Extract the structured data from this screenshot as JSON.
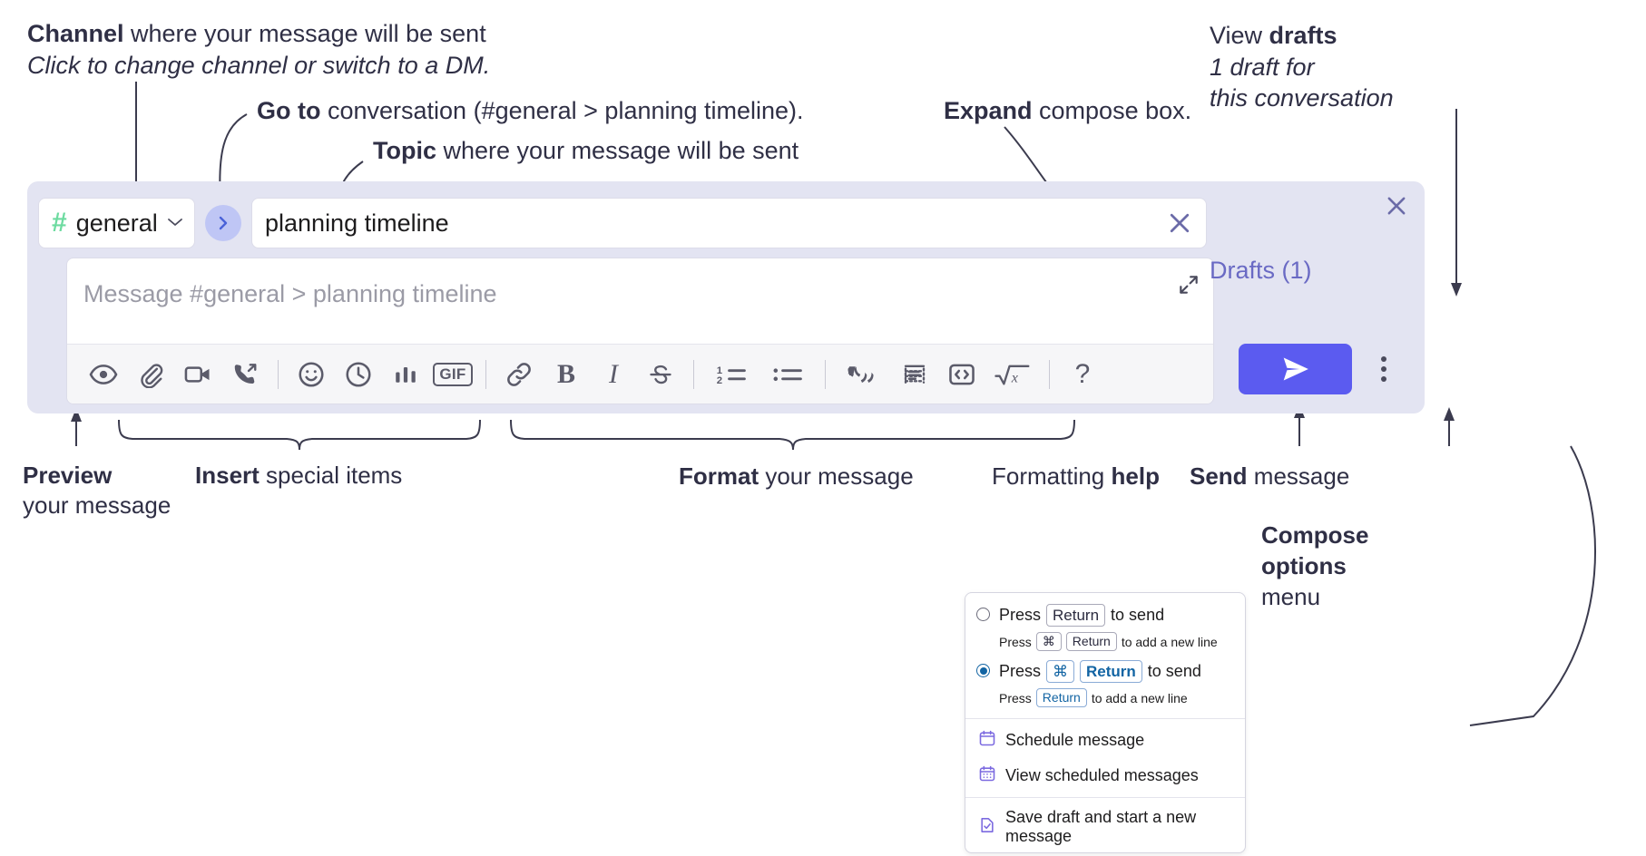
{
  "annotations": {
    "channel": {
      "bold": "Channel",
      "rest": " where your message will be sent",
      "italic": "Click to change channel or switch to a DM."
    },
    "goto": {
      "bold": "Go to",
      "rest": " conversation (#general > planning timeline)."
    },
    "topic": {
      "bold": "Topic",
      "rest": " where your message will be sent"
    },
    "expand": {
      "bold": "Expand",
      "rest": " compose box."
    },
    "drafts": {
      "pre": "View ",
      "bold": "drafts",
      "italic1": "1 draft for",
      "italic2": "this conversation"
    },
    "preview": {
      "bold": "Preview",
      "rest": "your message"
    },
    "insert": {
      "bold": "Insert",
      "rest": " special items"
    },
    "format": {
      "bold": "Format",
      "rest": " your message"
    },
    "help": {
      "pre": "Formatting ",
      "bold": "help"
    },
    "send": {
      "bold": "Send",
      "rest": " message"
    },
    "compose_options": {
      "bold1": "Compose",
      "bold2": "options",
      "rest": "menu"
    }
  },
  "compose": {
    "channel_name": "general",
    "channel_hash": "#",
    "caret": "⌄",
    "goto_arrow": "›",
    "topic_value": "planning timeline",
    "message_placeholder": "Message #general > planning timeline",
    "drafts_label": "Drafts (1)",
    "toolbar_items": [
      {
        "name": "preview-icon",
        "kind": "svg",
        "label": "Preview"
      },
      {
        "name": "attachment-icon",
        "kind": "svg",
        "label": "Attach file"
      },
      {
        "name": "video-icon",
        "kind": "svg",
        "label": "Record video clip"
      },
      {
        "name": "audio-call-icon",
        "kind": "svg",
        "label": "Record audio clip"
      },
      {
        "name": "divider",
        "kind": "sep",
        "label": ""
      },
      {
        "name": "emoji-icon",
        "kind": "svg",
        "label": "Emoji"
      },
      {
        "name": "clock-icon",
        "kind": "svg",
        "label": "Reminder"
      },
      {
        "name": "bar-chart-icon",
        "kind": "svg",
        "label": "Poll"
      },
      {
        "name": "gif-icon",
        "kind": "gif",
        "label": "GIF"
      },
      {
        "name": "divider",
        "kind": "sep",
        "label": ""
      },
      {
        "name": "link-icon",
        "kind": "svg",
        "label": "Link"
      },
      {
        "name": "bold-icon",
        "kind": "text",
        "label": "B"
      },
      {
        "name": "italic-icon",
        "kind": "text",
        "label": "I"
      },
      {
        "name": "strikethrough-icon",
        "kind": "svg",
        "label": "S"
      },
      {
        "name": "divider",
        "kind": "sep",
        "label": ""
      },
      {
        "name": "ordered-list-icon",
        "kind": "svg",
        "label": "Ordered list"
      },
      {
        "name": "bulleted-list-icon",
        "kind": "svg",
        "label": "Bulleted list"
      },
      {
        "name": "divider",
        "kind": "sep",
        "label": ""
      },
      {
        "name": "blockquote-icon",
        "kind": "svg",
        "label": "Blockquote"
      },
      {
        "name": "code-block-icon",
        "kind": "svg",
        "label": "Code block"
      },
      {
        "name": "code-icon",
        "kind": "svg",
        "label": "Code"
      },
      {
        "name": "math-icon",
        "kind": "svg",
        "label": "Math"
      },
      {
        "name": "divider",
        "kind": "sep",
        "label": ""
      },
      {
        "name": "help-icon",
        "kind": "text",
        "label": "?"
      }
    ]
  },
  "menu": {
    "option1": {
      "pre": "Press",
      "key": "Return",
      "post": "to send",
      "sub_pre": "Press",
      "sub_key1": "⌘",
      "sub_key2": "Return",
      "sub_post": "to add a new line",
      "selected": false
    },
    "option2": {
      "pre": "Press",
      "key1": "⌘",
      "key2": "Return",
      "post": "to send",
      "sub_pre": "Press",
      "sub_key": "Return",
      "sub_post": "to add a new line",
      "selected": true
    },
    "items": [
      {
        "icon": "calendar-icon",
        "label": "Schedule message"
      },
      {
        "icon": "calendar-grid-icon",
        "label": "View scheduled messages"
      },
      {
        "icon": "save-draft-icon",
        "label": "Save draft and start a new message"
      }
    ]
  },
  "colors": {
    "compose_bg": "#e3e4f2",
    "accent_purple": "#5b5bf0",
    "drafts_text": "#6a6ac4",
    "hash_green": "#6ddba0",
    "goto_bubble": "#bfc6f5",
    "radio_blue": "#1264a3"
  }
}
